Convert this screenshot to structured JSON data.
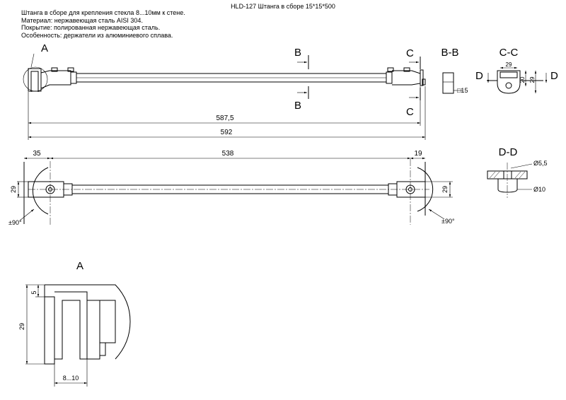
{
  "title": "HLD-127 Штанга в сборе 15*15*500",
  "notes": [
    "Штанга в сборе для крепления стекла 8...10мм к стене.",
    "Материал: нержавеющая сталь AISI 304.",
    "Покрытие: полированная нержавеющая сталь.",
    "Особенность: держатели из алюминиевого сплава."
  ],
  "labels": {
    "detail_a": "A",
    "section_b": "B",
    "section_c": "C",
    "section_d": "D",
    "view_bb": "B-B",
    "view_cc": "C-C",
    "view_dd": "D-D",
    "detail_a_title": "A"
  },
  "dimensions": {
    "len_587": "587,5",
    "len_592": "592",
    "d35": "35",
    "d538": "538",
    "d19": "19",
    "h29_left": "29",
    "h29_right": "29",
    "ang_left": "±90°",
    "ang_right": "±90°",
    "bb_sq": "□15",
    "cc_29_top": "29",
    "cc_20": "20",
    "cc_29_side": "29",
    "dd_d55": "Ø5,5",
    "dd_d10": "Ø10",
    "a_5": "5",
    "a_29": "29",
    "a_8_10": "8...10"
  }
}
